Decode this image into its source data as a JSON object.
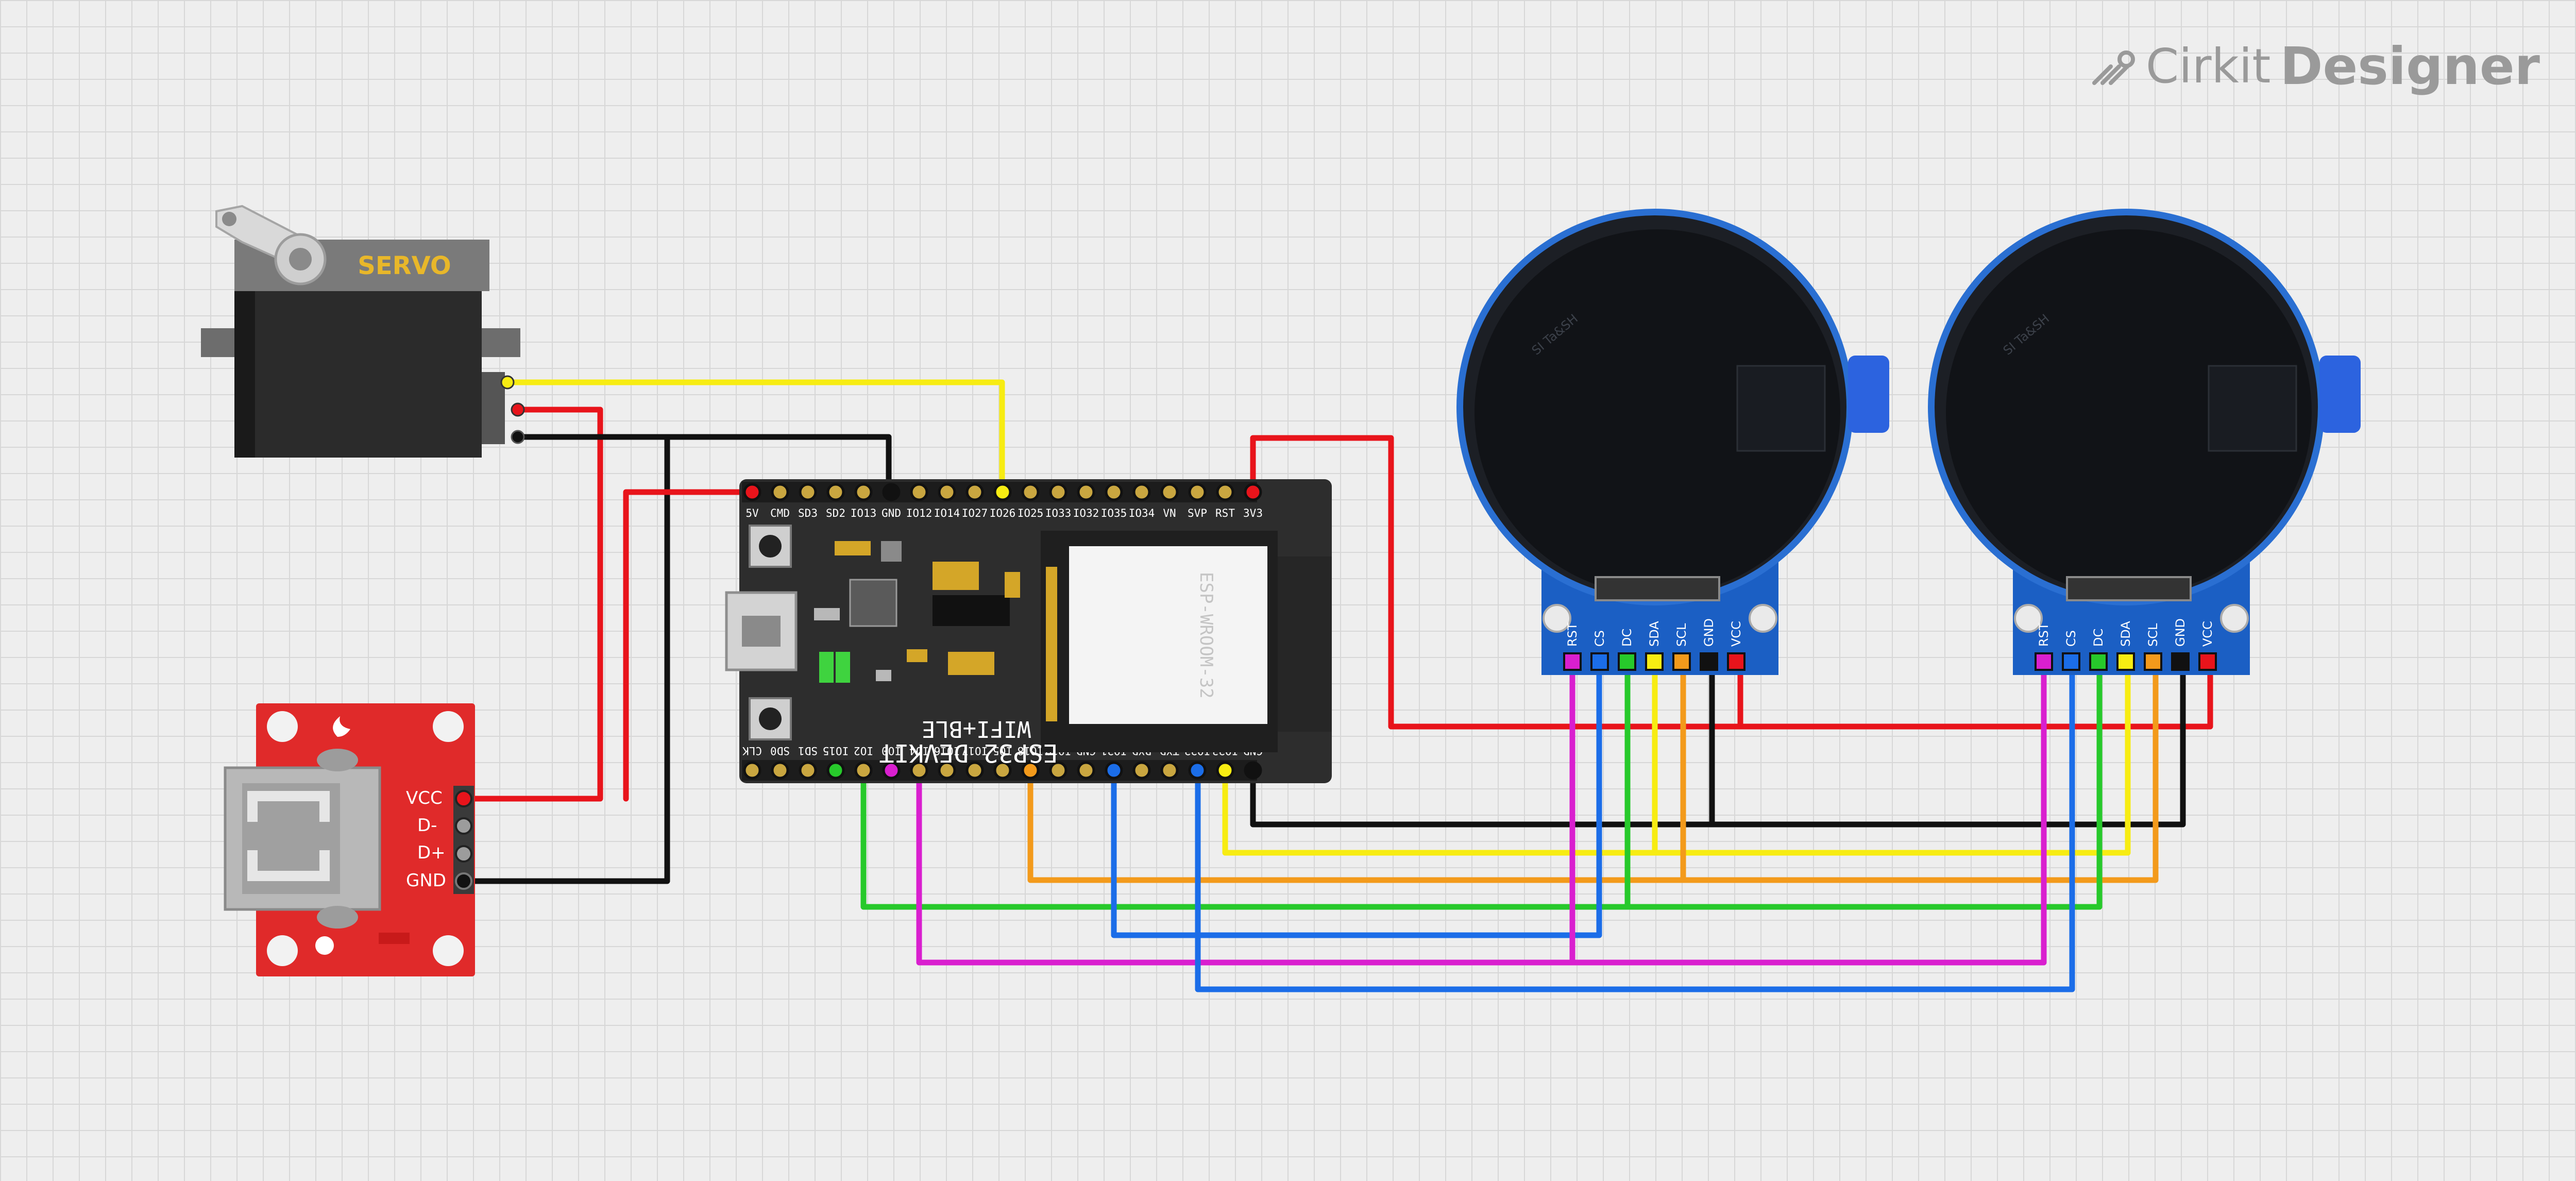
{
  "brand": {
    "name": "Cirkit",
    "product": "Designer"
  },
  "servo": {
    "label": "SERVO"
  },
  "usb_breakout": {
    "pins": [
      "VCC",
      "D-",
      "D+",
      "GND"
    ]
  },
  "esp32": {
    "title": "ESP32 DEVKIT",
    "subtitle": "WIFI+BLE",
    "module": "ESP-WROOM-32",
    "top_pins": [
      "5V",
      "CMD",
      "SD3",
      "SD2",
      "IO13",
      "GND",
      "IO12",
      "IO14",
      "IO27",
      "IO26",
      "IO25",
      "IO33",
      "IO32",
      "IO35",
      "IO34",
      "VN",
      "SVP",
      "RST",
      "3V3"
    ],
    "bottom_pins": [
      "CLK",
      "SD0",
      "SD1",
      "IO15",
      "IO2",
      "IO0",
      "IO4",
      "IO16",
      "IO17",
      "IO5",
      "IO18",
      "IO19",
      "GND",
      "IO21",
      "RXD",
      "TXD",
      "IO22",
      "IO23",
      "GND"
    ]
  },
  "displays": [
    {
      "brand": "SI Ta&SH",
      "pins": [
        "RST",
        "CS",
        "DC",
        "SDA",
        "SCL",
        "GND",
        "VCC"
      ]
    },
    {
      "brand": "SI Ta&SH",
      "pins": [
        "RST",
        "CS",
        "DC",
        "SDA",
        "SCL",
        "GND",
        "VCC"
      ]
    }
  ],
  "colors": {
    "red": "#e8141b",
    "black": "#111111",
    "yellow": "#f7ec12",
    "green": "#27c92b",
    "magenta": "#d91fcf",
    "orange": "#f39a1b",
    "blue": "#1b6de8"
  }
}
